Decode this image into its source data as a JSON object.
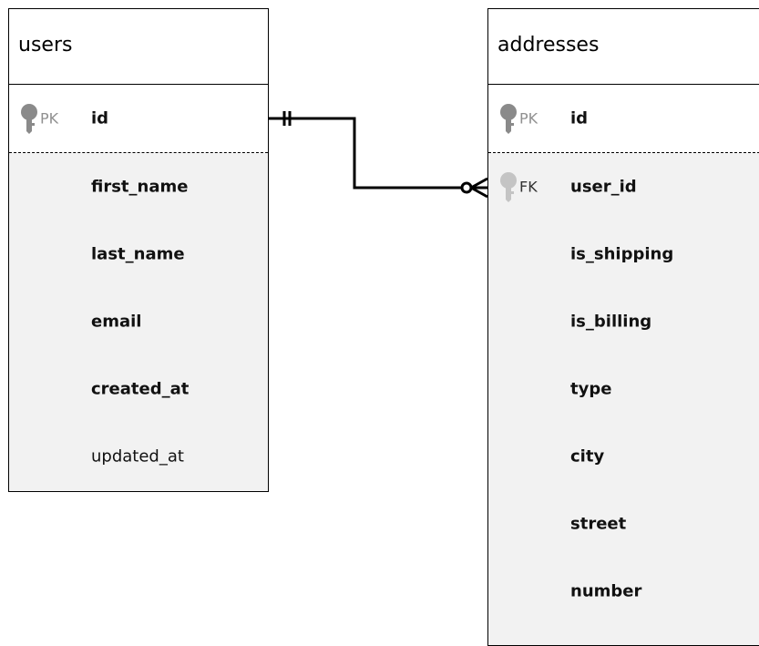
{
  "tables": [
    {
      "name": "users",
      "pk": {
        "key": "PK",
        "field": "id"
      },
      "fields": [
        {
          "name": "first_name",
          "bold": true
        },
        {
          "name": "last_name",
          "bold": true
        },
        {
          "name": "email",
          "bold": true
        },
        {
          "name": "created_at",
          "bold": true
        },
        {
          "name": "updated_at",
          "bold": false
        }
      ]
    },
    {
      "name": "addresses",
      "pk": {
        "key": "PK",
        "field": "id"
      },
      "fields": [
        {
          "name": "user_id",
          "key": "FK",
          "bold": true
        },
        {
          "name": "is_shipping",
          "bold": true
        },
        {
          "name": "is_billing",
          "bold": true
        },
        {
          "name": "type",
          "bold": true
        },
        {
          "name": "city",
          "bold": true
        },
        {
          "name": "street",
          "bold": true
        },
        {
          "name": "number",
          "bold": true
        }
      ]
    }
  ],
  "relationship": {
    "from": "users.id",
    "to": "addresses.user_id",
    "cardinality": "one-to-zero-or-many"
  },
  "colors": {
    "border": "#000000",
    "body": "#f2f2f2",
    "key_label": "#909090",
    "pk_key": "#8a8a8a",
    "fk_key": "#c4c4c4"
  }
}
